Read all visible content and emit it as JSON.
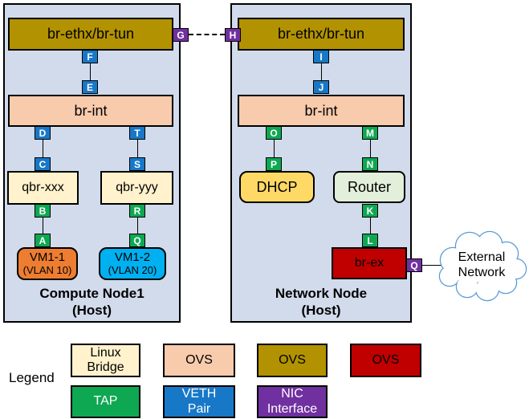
{
  "colors": {
    "host_bg": "#D2DBEC",
    "ovs_gold": "#B29200",
    "ovs_peach": "#F8CBAD",
    "ovs_red": "#C00000",
    "linux_bridge_cream": "#FFF2CC",
    "tap_green": "#0EA852",
    "veth_blue": "#1878C8",
    "nic_purple": "#7030A0",
    "vm1_orange": "#ED7D31",
    "vm2_blue": "#00B0F0",
    "dhcp_yellow": "#FFD966",
    "router_green": "#E2EFDA",
    "cloud_stroke": "#5B9BD5"
  },
  "compute_node": {
    "title": "Compute Node1\n(Host)",
    "br_tun_label": "br-ethx/br-tun",
    "br_int_label": "br-int",
    "qbr_xxx_label": "qbr-xxx",
    "qbr_yyy_label": "qbr-yyy",
    "vm1": {
      "name": "VM1-1",
      "vlan": "(VLAN 10)"
    },
    "vm2": {
      "name": "VM1-2",
      "vlan": "(VLAN 20)"
    },
    "ports": {
      "a": "A",
      "b": "B",
      "c": "C",
      "d": "D",
      "e": "E",
      "f": "F",
      "g": "G",
      "q": "Q",
      "r": "R",
      "s": "S",
      "t": "T"
    }
  },
  "network_node": {
    "title": "Network Node\n(Host)",
    "br_tun_label": "br-ethx/br-tun",
    "br_int_label": "br-int",
    "br_ex_label": "br-ex",
    "dhcp_label": "DHCP",
    "router_label": "Router",
    "ports": {
      "h": "H",
      "i": "I",
      "j": "J",
      "k": "K",
      "l": "L",
      "m": "M",
      "n": "N",
      "o": "O",
      "p": "P",
      "q": "Q"
    }
  },
  "external_network": {
    "label": "External\nNetwork"
  },
  "legend": {
    "label": "Legend",
    "items": [
      {
        "label": "Linux\nBridge",
        "color": "#FFF2CC",
        "text": "#000000"
      },
      {
        "label": "OVS",
        "color": "#F8CBAD",
        "text": "#000000"
      },
      {
        "label": "OVS",
        "color": "#B29200",
        "text": "#000000"
      },
      {
        "label": "OVS",
        "color": "#C00000",
        "text": "#000000"
      },
      {
        "label": "TAP",
        "color": "#0EA852",
        "text": "#FFFFFF"
      },
      {
        "label": "VETH\nPair",
        "color": "#1878C8",
        "text": "#FFFFFF"
      },
      {
        "label": "NIC\nInterface",
        "color": "#7030A0",
        "text": "#FFFFFF"
      }
    ]
  }
}
